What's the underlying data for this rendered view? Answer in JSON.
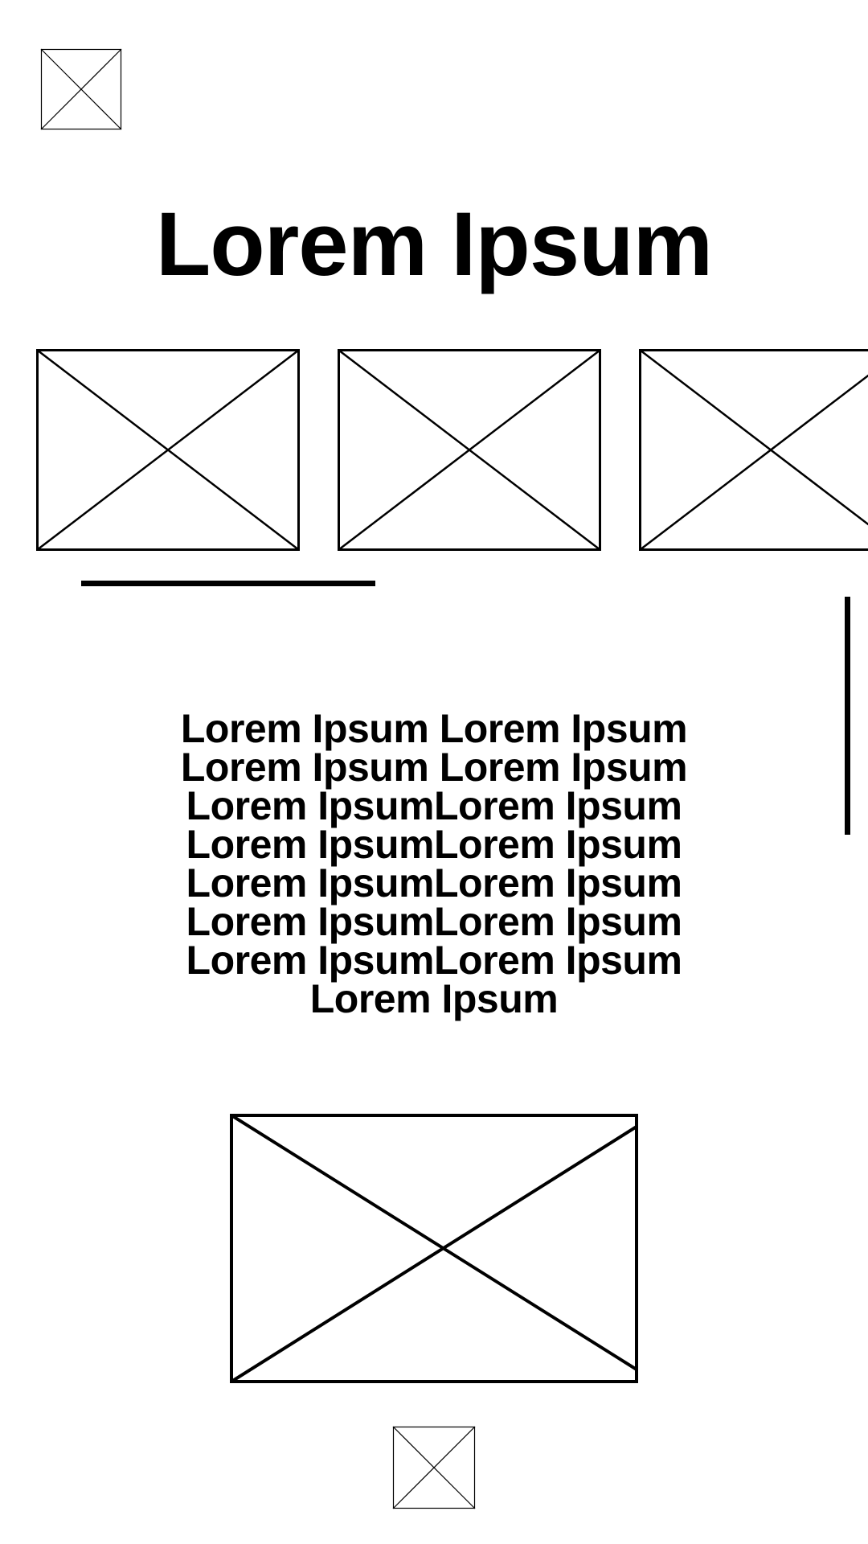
{
  "header": {
    "icon": "image-placeholder-icon"
  },
  "page": {
    "title": "Lorem Ipsum"
  },
  "carousel": {
    "items": [
      {
        "icon": "image-placeholder-icon"
      },
      {
        "icon": "image-placeholder-icon"
      },
      {
        "icon": "image-placeholder-icon"
      }
    ],
    "active_index": 1,
    "visible_count": 3
  },
  "content": {
    "text": "Lorem Ipsum Lorem Ipsum\nLorem Ipsum Lorem Ipsum\nLorem IpsumLorem Ipsum\nLorem IpsumLorem Ipsum\nLorem IpsumLorem Ipsum\nLorem IpsumLorem Ipsum\nLorem IpsumLorem Ipsum\nLorem Ipsum"
  },
  "hero": {
    "icon": "image-placeholder-icon"
  },
  "footer": {
    "icon": "image-placeholder-icon"
  },
  "colors": {
    "background": "#ffffff",
    "foreground": "#000000"
  }
}
